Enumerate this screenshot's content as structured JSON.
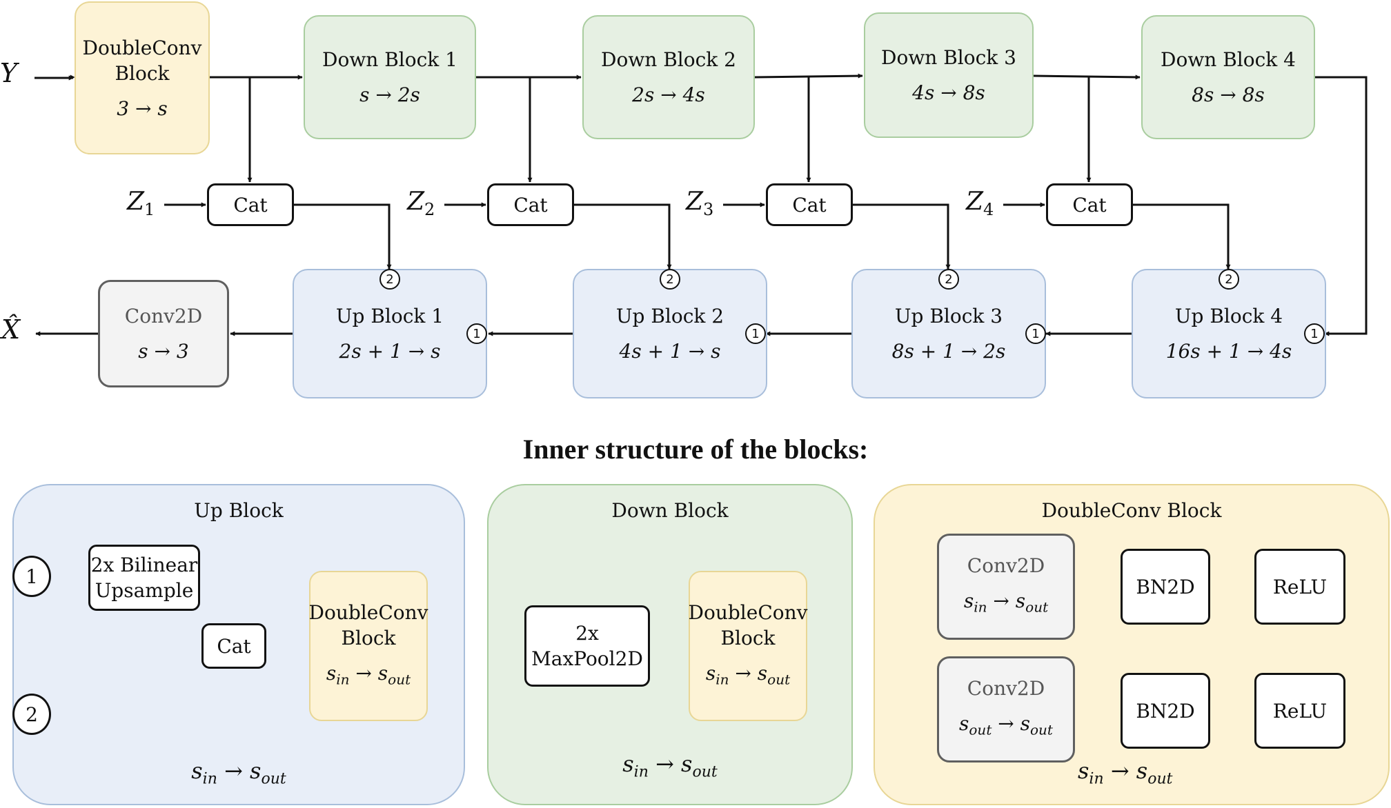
{
  "inputs": {
    "y": "Y",
    "x_hat": "X̂",
    "z1_base": "Z",
    "z1_sub": "1",
    "z2_base": "Z",
    "z2_sub": "2",
    "z3_base": "Z",
    "z3_sub": "3",
    "z4_base": "Z",
    "z4_sub": "4"
  },
  "encoder": {
    "doubleconv": {
      "title_line1": "DoubleConv",
      "title_line2": "Block",
      "channels": "3 → s"
    },
    "down1": {
      "title": "Down Block 1",
      "channels": "s → 2s"
    },
    "down2": {
      "title": "Down Block 2",
      "channels": "2s → 4s"
    },
    "down3": {
      "title": "Down Block 3",
      "channels": "4s → 8s"
    },
    "down4": {
      "title": "Down Block 4",
      "channels": "8s → 8s"
    }
  },
  "cat_label": "Cat",
  "port1": "1",
  "port2": "2",
  "decoder": {
    "up1": {
      "title": "Up Block 1",
      "channels": "2s + 1 → s"
    },
    "up2": {
      "title": "Up Block 2",
      "channels": "4s + 1 → s"
    },
    "up3": {
      "title": "Up Block 3",
      "channels": "8s + 1 → 2s"
    },
    "up4": {
      "title": "Up Block 4",
      "channels": "16s + 1 → 4s"
    },
    "conv2d": {
      "title": "Conv2D",
      "channels": "s → 3"
    }
  },
  "section_title": "Inner structure of the blocks:",
  "panels": {
    "up_block": {
      "title": "Up Block",
      "bilinear_line1": "2x Bilinear",
      "bilinear_line2": "Upsample",
      "cat": "Cat",
      "dc_line1": "DoubleConv",
      "dc_line2": "Block",
      "dc_ch_s1": "s",
      "dc_ch_in": "in",
      "dc_ch_arrow": " → ",
      "dc_ch_s2": "s",
      "dc_ch_out": "out",
      "ch_s1": "s",
      "ch_in": "in",
      "ch_arrow": " → ",
      "ch_s2": "s",
      "ch_out": "out"
    },
    "down_block": {
      "title": "Down Block",
      "pool_line1": "2x",
      "pool_line2": "MaxPool2D",
      "dc_line1": "DoubleConv",
      "dc_line2": "Block",
      "dc_ch_s1": "s",
      "dc_ch_in": "in",
      "dc_ch_arrow": " → ",
      "dc_ch_s2": "s",
      "dc_ch_out": "out",
      "ch_s1": "s",
      "ch_in": "in",
      "ch_arrow": " → ",
      "ch_s2": "s",
      "ch_out": "out"
    },
    "doubleconv_block": {
      "title": "DoubleConv Block",
      "conv1_title": "Conv2D",
      "conv1_s1": "s",
      "conv1_in": "in",
      "conv1_arrow": " → ",
      "conv1_s2": "s",
      "conv1_out": "out",
      "conv2_title": "Conv2D",
      "conv2_s1": "s",
      "conv2_in": "out",
      "conv2_arrow": " → ",
      "conv2_s2": "s",
      "conv2_out": "out",
      "bn1": "BN2D",
      "relu1": "ReLU",
      "bn2": "BN2D",
      "relu2": "ReLU",
      "ch_s1": "s",
      "ch_in": "in",
      "ch_arrow": " → ",
      "ch_s2": "s",
      "ch_out": "out"
    }
  }
}
